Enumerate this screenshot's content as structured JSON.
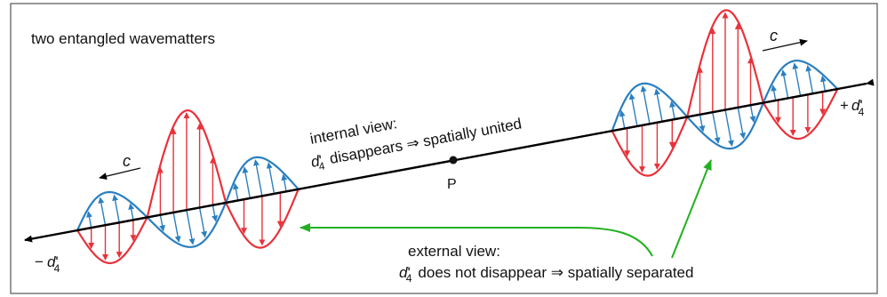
{
  "title": "two entangled wavematters",
  "speed_symbol": "c",
  "dim_symbol": "d",
  "dim_subscript": "4",
  "dim_prime": "'",
  "plus_sign": "+",
  "minus_sign": "−",
  "point_label": "P",
  "internal": {
    "line1": "internal view:",
    "line2_suffix": "disappears ⇒ spatially united"
  },
  "external": {
    "line1": "external view:",
    "line2_suffix": "does not disappear ⇒ spatially separated"
  },
  "colors": {
    "red": "#e8323b",
    "blue": "#2a7fc0",
    "green": "#22b022",
    "axis": "#000000",
    "frame": "#555555"
  }
}
